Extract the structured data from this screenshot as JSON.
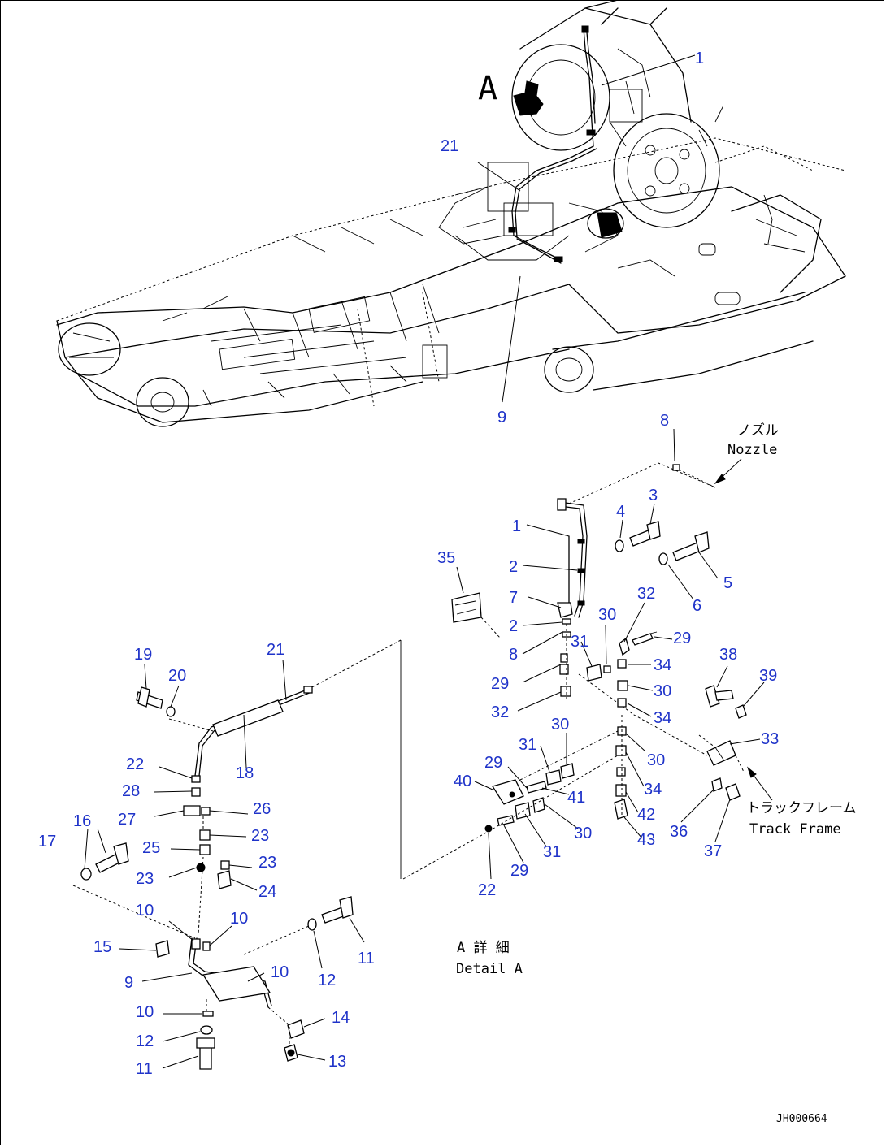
{
  "view_letter": "A",
  "nozzle_label_jp": "ノズル",
  "nozzle_label_en": "Nozzle",
  "track_frame_jp": "トラックフレーム",
  "track_frame_en": "Track Frame",
  "detail_jp": "A 詳 細",
  "detail_en": "Detail A",
  "drawing_id": "JH000664",
  "callouts": [
    {
      "id": "c1",
      "text": "1"
    },
    {
      "id": "c21a",
      "text": "21"
    },
    {
      "id": "c9a",
      "text": "9"
    },
    {
      "id": "c8a",
      "text": "8"
    },
    {
      "id": "c3",
      "text": "3"
    },
    {
      "id": "c4",
      "text": "4"
    },
    {
      "id": "c1b",
      "text": "1"
    },
    {
      "id": "c5",
      "text": "5"
    },
    {
      "id": "c35",
      "text": "35"
    },
    {
      "id": "c2a",
      "text": "2"
    },
    {
      "id": "c6",
      "text": "6"
    },
    {
      "id": "c32a",
      "text": "32"
    },
    {
      "id": "c7",
      "text": "7"
    },
    {
      "id": "c30a",
      "text": "30"
    },
    {
      "id": "c2b",
      "text": "2"
    },
    {
      "id": "c31a",
      "text": "31"
    },
    {
      "id": "c29a",
      "text": "29"
    },
    {
      "id": "c8b",
      "text": "8"
    },
    {
      "id": "c34a",
      "text": "34"
    },
    {
      "id": "c38",
      "text": "38"
    },
    {
      "id": "c39",
      "text": "39"
    },
    {
      "id": "c29b",
      "text": "29"
    },
    {
      "id": "c30b",
      "text": "30"
    },
    {
      "id": "c32b",
      "text": "32"
    },
    {
      "id": "c34b",
      "text": "34"
    },
    {
      "id": "c30c",
      "text": "30"
    },
    {
      "id": "c33",
      "text": "33"
    },
    {
      "id": "c31b",
      "text": "31"
    },
    {
      "id": "c30d",
      "text": "30"
    },
    {
      "id": "c29c",
      "text": "29"
    },
    {
      "id": "c40",
      "text": "40"
    },
    {
      "id": "c41",
      "text": "41"
    },
    {
      "id": "c34c",
      "text": "34"
    },
    {
      "id": "c42",
      "text": "42"
    },
    {
      "id": "c30e",
      "text": "30"
    },
    {
      "id": "c36",
      "text": "36"
    },
    {
      "id": "c43",
      "text": "43"
    },
    {
      "id": "c31c",
      "text": "31"
    },
    {
      "id": "c37",
      "text": "37"
    },
    {
      "id": "c29d",
      "text": "29"
    },
    {
      "id": "c22b",
      "text": "22"
    },
    {
      "id": "c19",
      "text": "19"
    },
    {
      "id": "c21b",
      "text": "21"
    },
    {
      "id": "c20",
      "text": "20"
    },
    {
      "id": "c22a",
      "text": "22"
    },
    {
      "id": "c18",
      "text": "18"
    },
    {
      "id": "c28",
      "text": "28"
    },
    {
      "id": "c27",
      "text": "27"
    },
    {
      "id": "c26",
      "text": "26"
    },
    {
      "id": "c16",
      "text": "16"
    },
    {
      "id": "c17",
      "text": "17"
    },
    {
      "id": "c23a",
      "text": "23"
    },
    {
      "id": "c25",
      "text": "25"
    },
    {
      "id": "c23b",
      "text": "23"
    },
    {
      "id": "c23c",
      "text": "23"
    },
    {
      "id": "c24",
      "text": "24"
    },
    {
      "id": "c10a",
      "text": "10"
    },
    {
      "id": "c10b",
      "text": "10"
    },
    {
      "id": "c11a",
      "text": "11"
    },
    {
      "id": "c15",
      "text": "15"
    },
    {
      "id": "c9b",
      "text": "9"
    },
    {
      "id": "c10c",
      "text": "10"
    },
    {
      "id": "c12a",
      "text": "12"
    },
    {
      "id": "c10d",
      "text": "10"
    },
    {
      "id": "c14",
      "text": "14"
    },
    {
      "id": "c12b",
      "text": "12"
    },
    {
      "id": "c13",
      "text": "13"
    },
    {
      "id": "c11b",
      "text": "11"
    }
  ]
}
